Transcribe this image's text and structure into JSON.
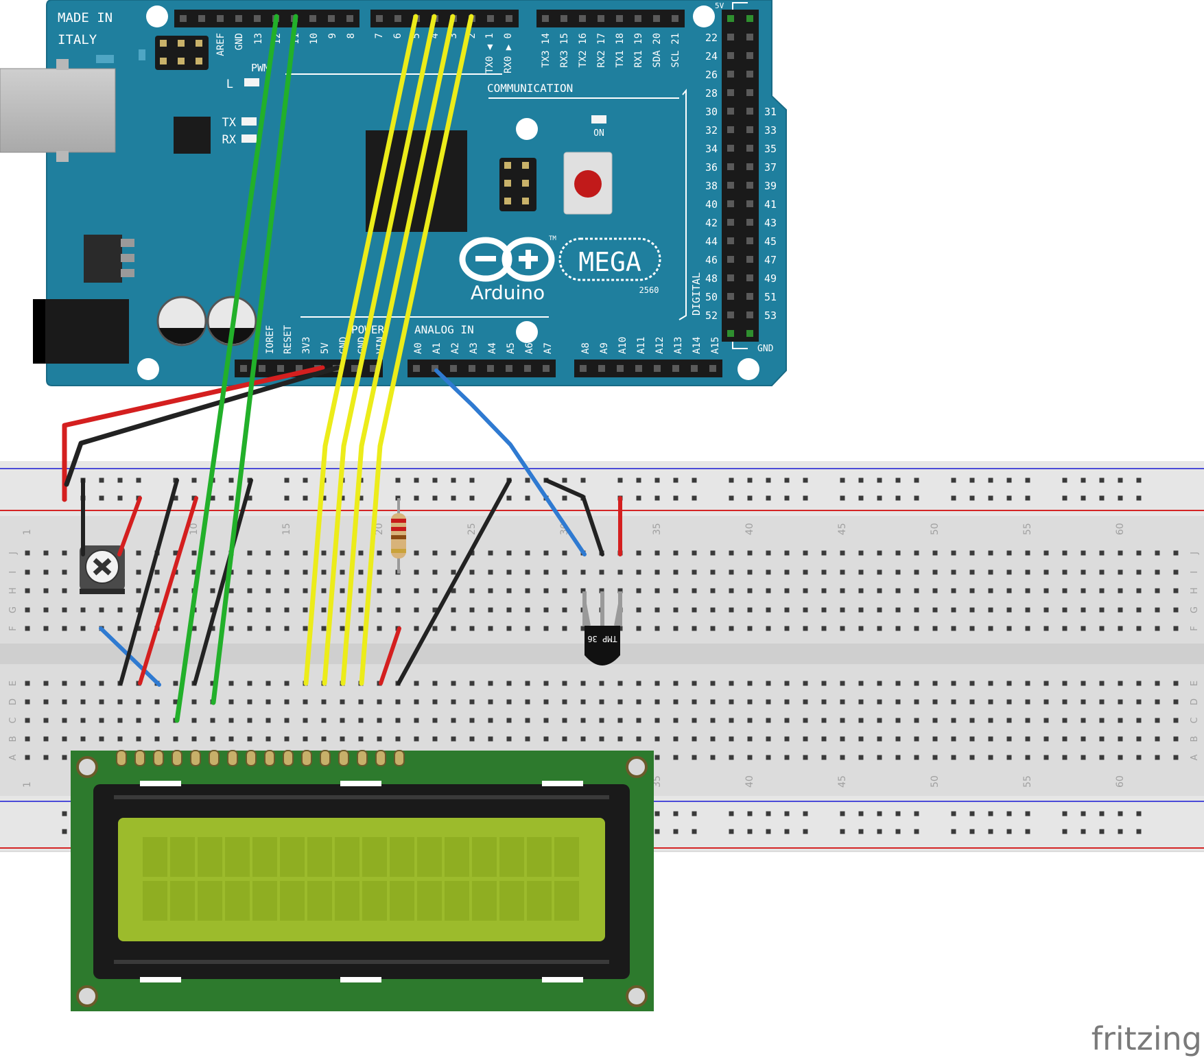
{
  "board": {
    "made_in": "MADE IN",
    "country": "ITALY",
    "model": "MEGA",
    "brand": "Arduino",
    "chip": "2560",
    "tm": "TM",
    "on": "ON",
    "L": "L",
    "tx": "TX",
    "rx": "RX",
    "pwm": "PWM",
    "communication": "COMMUNICATION",
    "analog_in": "ANALOG IN",
    "power": "POWER",
    "digital": "DIGITAL",
    "fivev": "5V",
    "gnd": "GND",
    "top_pins": [
      "AREF",
      "GND",
      "13",
      "12",
      "11",
      "10",
      "9",
      "8",
      "7",
      "6",
      "5",
      "4",
      "3",
      "2",
      "TX0 ◀ 1",
      "RX0 ▶ 0",
      "TX3 14",
      "RX3 15",
      "TX2 16",
      "RX2 17",
      "TX1 18",
      "RX1 19",
      "SDA 20",
      "SCL 21"
    ],
    "bottom_pins": [
      "IOREF",
      "RESET",
      "3V3",
      "5V",
      "GND",
      "GND",
      "VIN",
      "A0",
      "A1",
      "A2",
      "A3",
      "A4",
      "A5",
      "A6",
      "A7",
      "A8",
      "A9",
      "A10",
      "A11",
      "A12",
      "A13",
      "A14",
      "A15"
    ],
    "right_even": [
      "22",
      "24",
      "26",
      "28",
      "30",
      "32",
      "34",
      "36",
      "38",
      "40",
      "42",
      "44",
      "46",
      "48",
      "50",
      "52"
    ],
    "right_odd": [
      "31",
      "33",
      "35",
      "37",
      "39",
      "41",
      "43",
      "45",
      "47",
      "49",
      "51",
      "53"
    ]
  },
  "breadboard": {
    "column_labels": [
      "1",
      "10",
      "15",
      "20",
      "25",
      "30",
      "35",
      "40",
      "45",
      "50",
      "55",
      "60"
    ],
    "row_labels_top": [
      "J",
      "I",
      "H",
      "G",
      "F"
    ],
    "row_labels_bottom": [
      "E",
      "D",
      "C",
      "B",
      "A"
    ]
  },
  "sensor": {
    "label": "TMP 36"
  },
  "watermark": "fritzing",
  "colors": {
    "board": "#1f7f9e",
    "breadboard": "#dadada",
    "wire_red": "#d41f1f",
    "wire_black": "#222222",
    "wire_green": "#22b02a",
    "wire_yellow": "#ecec1a",
    "wire_blue": "#2f7ad1",
    "lcd_pcb": "#2f7d2f",
    "lcd_screen": "#9cbb2c"
  }
}
